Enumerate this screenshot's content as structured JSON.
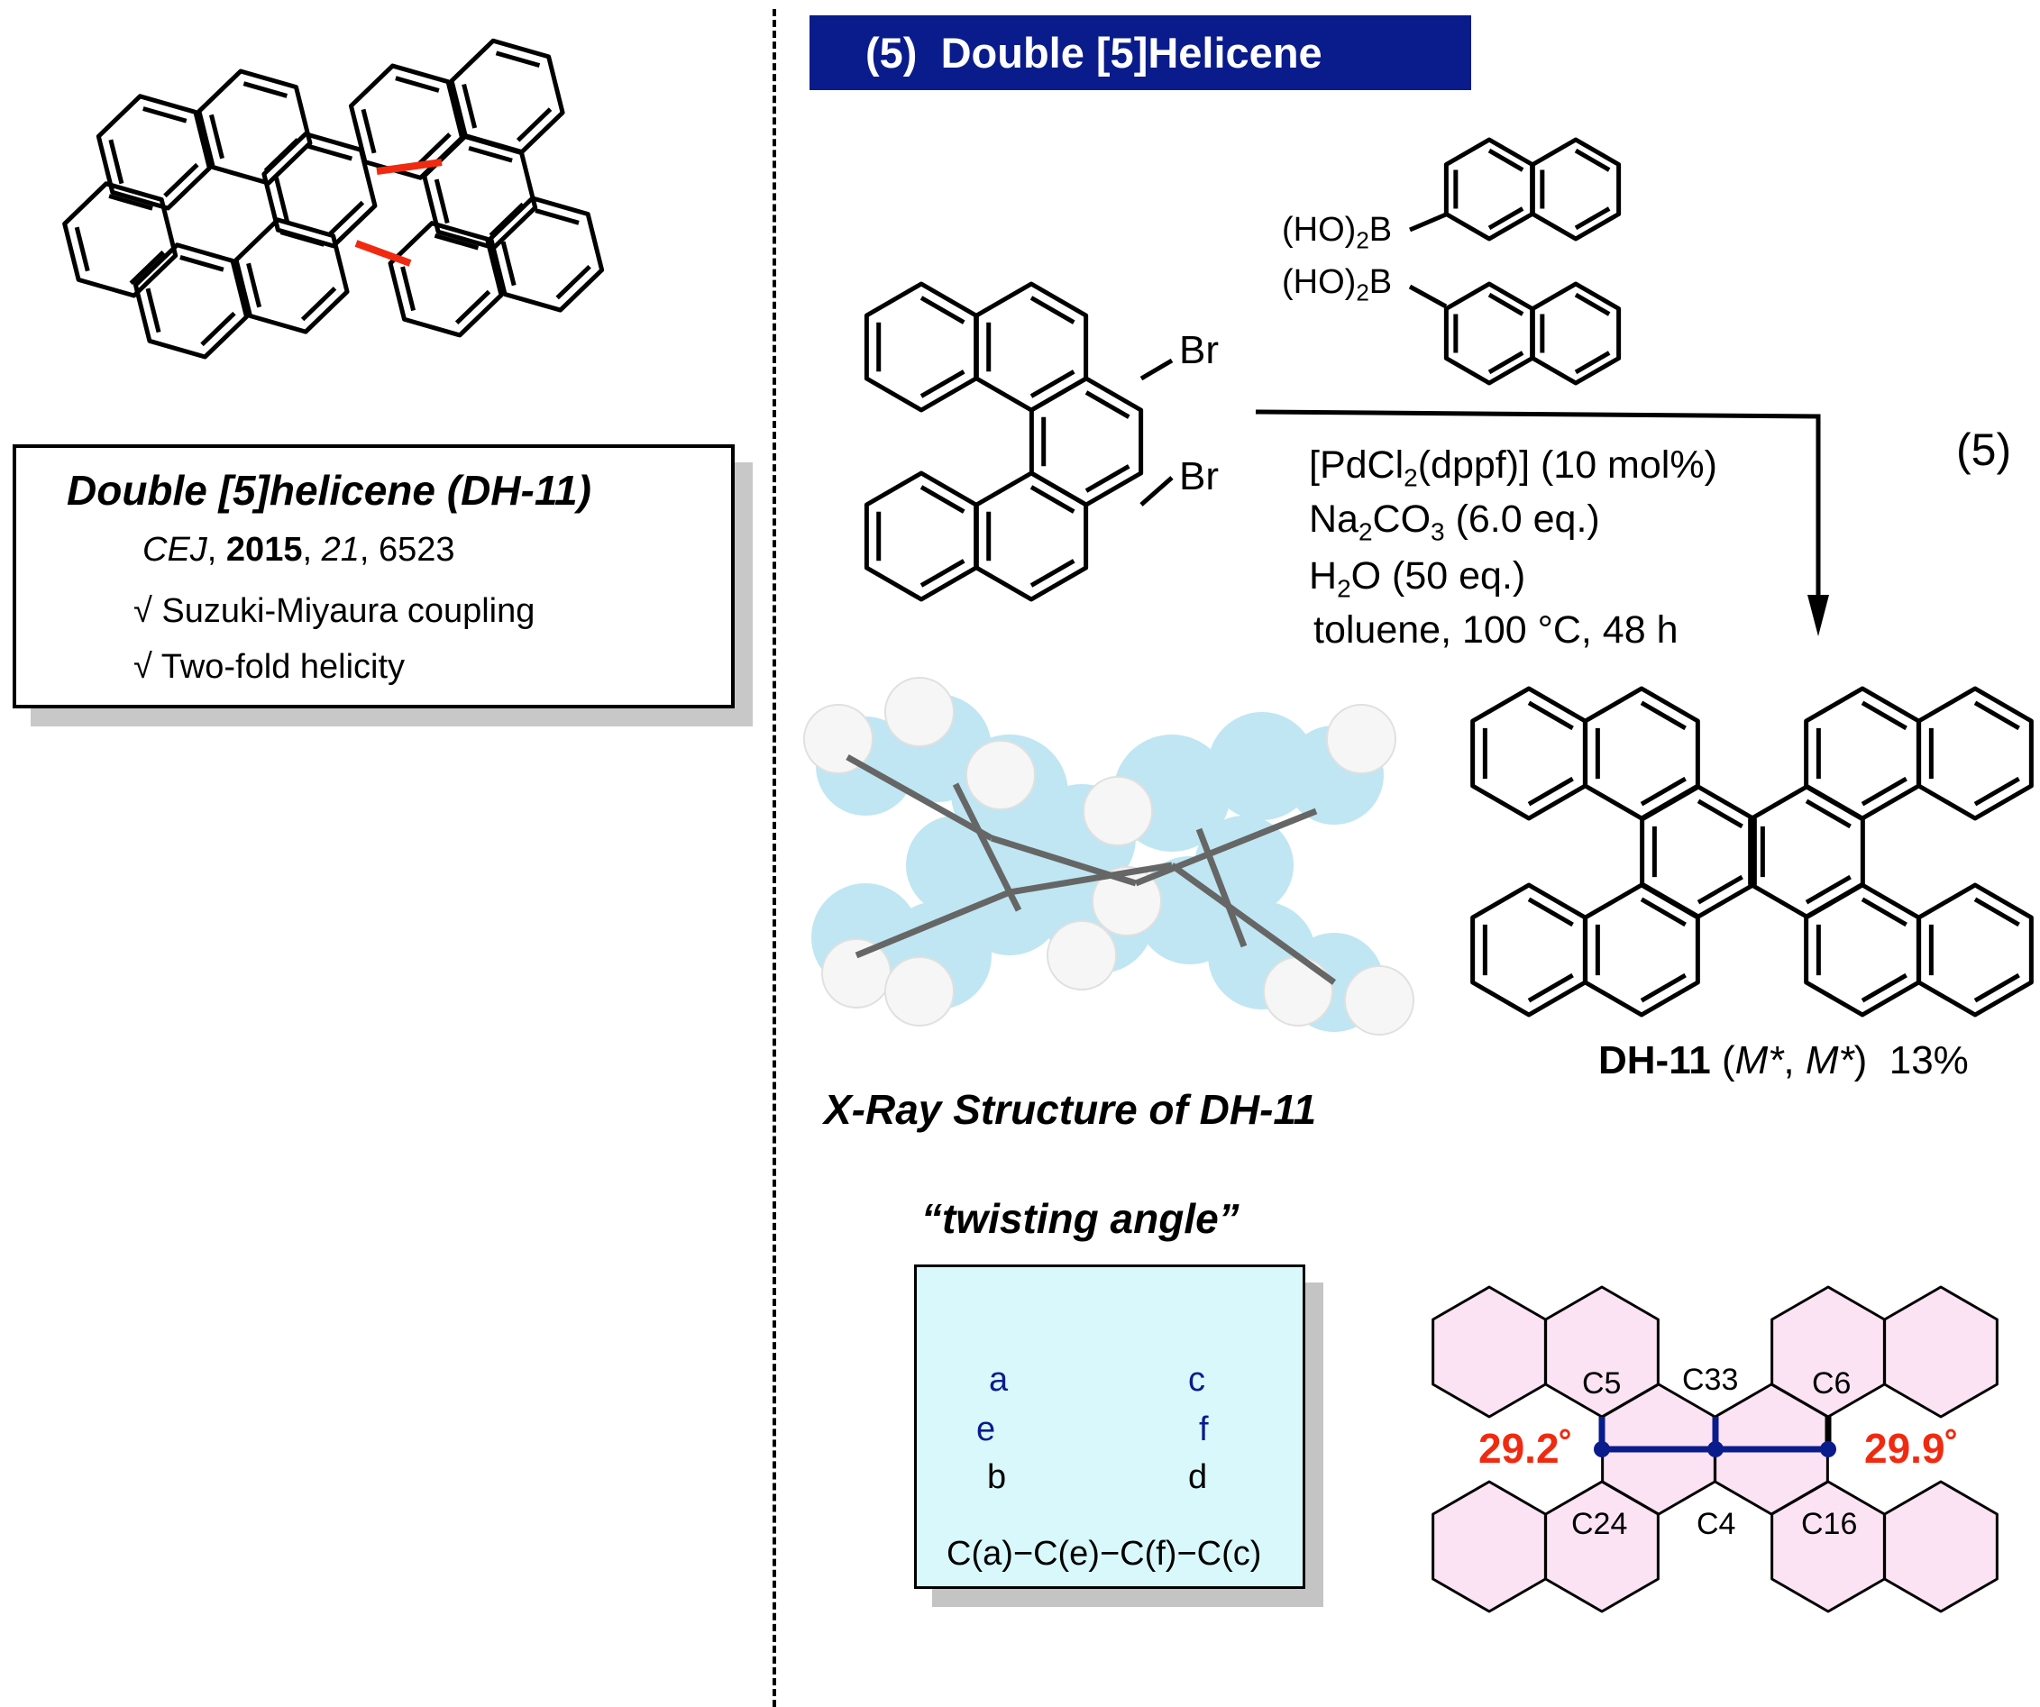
{
  "banner": {
    "number": "(5)",
    "title": "Double [5]Helicene"
  },
  "reference_box": {
    "title": "Double [5]helicene (DH-11)",
    "journal": "CEJ",
    "year": "2015",
    "volume": "21",
    "page": "6523",
    "points": [
      "√ Suzuki-Miyaura coupling",
      "√ Two-fold helicity"
    ]
  },
  "reactants": {
    "bromo_labels": [
      "Br",
      "Br"
    ],
    "boronic_labels": [
      "(HO)",
      "2",
      "B",
      "(HO)",
      "2",
      "B"
    ]
  },
  "conditions": {
    "catalyst": [
      "[PdCl",
      "2",
      "(dppf)] (10 mol%)"
    ],
    "base": [
      "Na",
      "2",
      "CO",
      "3",
      " (6.0 eq.)"
    ],
    "water": [
      "H",
      "2",
      "O (50 eq.)"
    ],
    "solvent": "toluene, 100 °C, 48 h"
  },
  "equation_number": "(5)",
  "xray_caption": "X-Ray Structure of DH-11",
  "product": {
    "name": "DH-11",
    "open": " (",
    "m1": "M*",
    "sep": ", ",
    "m2": "M*",
    "close": ")",
    "yield": "13%"
  },
  "twisting": {
    "title": "“twisting angle”",
    "labels": {
      "a": "a",
      "b": "b",
      "c": "c",
      "d": "d",
      "e": "e",
      "f": "f"
    },
    "formula": "C(a)−C(e)−C(f)−C(c)"
  },
  "hex_diagram": {
    "atoms": [
      "C5",
      "C33",
      "C6",
      "C24",
      "C4",
      "C16"
    ],
    "angles": [
      "29.2˚",
      "29.9˚"
    ]
  },
  "colors": {
    "banner": "#0a1c8c",
    "red": "#f02a10",
    "pink": "#fbe3f4",
    "cyan": "#d8f8fb",
    "xray_blue": "#bfe6f2"
  }
}
